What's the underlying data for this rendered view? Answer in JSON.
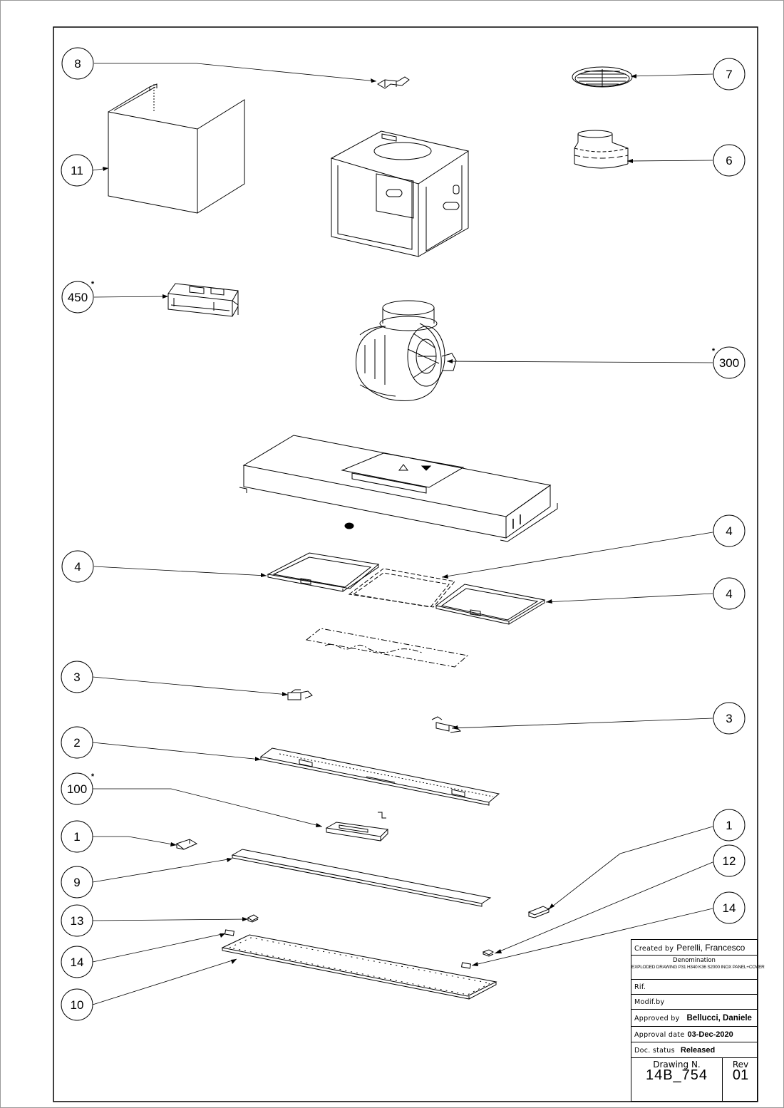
{
  "callouts": {
    "c8": "8",
    "c7": "7",
    "c11": "11",
    "c6": "6",
    "c450": "450",
    "c300": "300",
    "c4a": "4",
    "c4b": "4",
    "c4c": "4",
    "c3a": "3",
    "c3b": "3",
    "c2": "2",
    "c100": "100",
    "c1a": "1",
    "c1b": "1",
    "c12": "12",
    "c9": "9",
    "c14a": "14",
    "c13": "13",
    "c14b": "14",
    "c10": "10"
  },
  "star_mark": "*",
  "title_block": {
    "created_label": "Created by",
    "created_value": "Perelli, Francesco",
    "denomination_label": "Denomination",
    "denomination_value": "EXPLODED DRAWING P31 H340 K36 S2000 INOX PANEL+COVER",
    "rif_label": "Rif.",
    "modif_label": "Modif.by",
    "approved_label": "Approved by",
    "approved_value": "Bellucci, Daniele",
    "approval_date_label": "Approval date",
    "approval_date_value": "03-Dec-2020",
    "doc_status_label": "Doc. status",
    "doc_status_value": "Released",
    "drawing_label": "Drawing N.",
    "drawing_value": "14B_754",
    "rev_label": "Rev",
    "rev_value": "01"
  }
}
